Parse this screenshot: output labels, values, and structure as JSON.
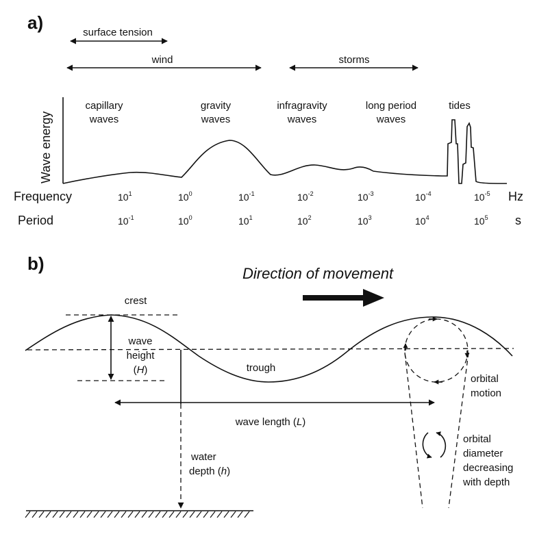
{
  "panel_a": {
    "label": "a)",
    "ranges": [
      {
        "text": "surface tension"
      },
      {
        "text": "wind"
      },
      {
        "text": "storms"
      }
    ],
    "y_axis_label": "Wave energy",
    "categories": [
      [
        "capillary",
        "waves"
      ],
      [
        "gravity",
        "waves"
      ],
      [
        "infragravity",
        "waves"
      ],
      [
        "long period",
        "waves"
      ],
      [
        "tides"
      ]
    ],
    "frequency": {
      "label": "Frequency",
      "unit": "Hz",
      "ticks": [
        {
          "base": "10",
          "exp": "1"
        },
        {
          "base": "10",
          "exp": "0"
        },
        {
          "base": "10",
          "exp": "-1"
        },
        {
          "base": "10",
          "exp": "-2"
        },
        {
          "base": "10",
          "exp": "-3"
        },
        {
          "base": "10",
          "exp": "-4"
        },
        {
          "base": "10",
          "exp": "-5"
        }
      ]
    },
    "period": {
      "label": "Period",
      "unit": "s",
      "ticks": [
        {
          "base": "10",
          "exp": "-1"
        },
        {
          "base": "10",
          "exp": "0"
        },
        {
          "base": "10",
          "exp": "1"
        },
        {
          "base": "10",
          "exp": "2"
        },
        {
          "base": "10",
          "exp": "3"
        },
        {
          "base": "10",
          "exp": "4"
        },
        {
          "base": "10",
          "exp": "5"
        }
      ]
    }
  },
  "panel_b": {
    "label": "b)",
    "direction_label": "Direction of movement",
    "crest": "crest",
    "trough": "trough",
    "wave_height": {
      "line1": "wave",
      "line2": "height",
      "symbol": "H"
    },
    "wave_length": {
      "text": "wave length",
      "symbol": "L"
    },
    "water_depth": {
      "line1": "water",
      "line2": "depth",
      "symbol": "h"
    },
    "orbital_motion": {
      "line1": "orbital",
      "line2": "motion"
    },
    "orbital_diameter": [
      "orbital",
      "diameter",
      "decreasing",
      "with depth"
    ]
  }
}
